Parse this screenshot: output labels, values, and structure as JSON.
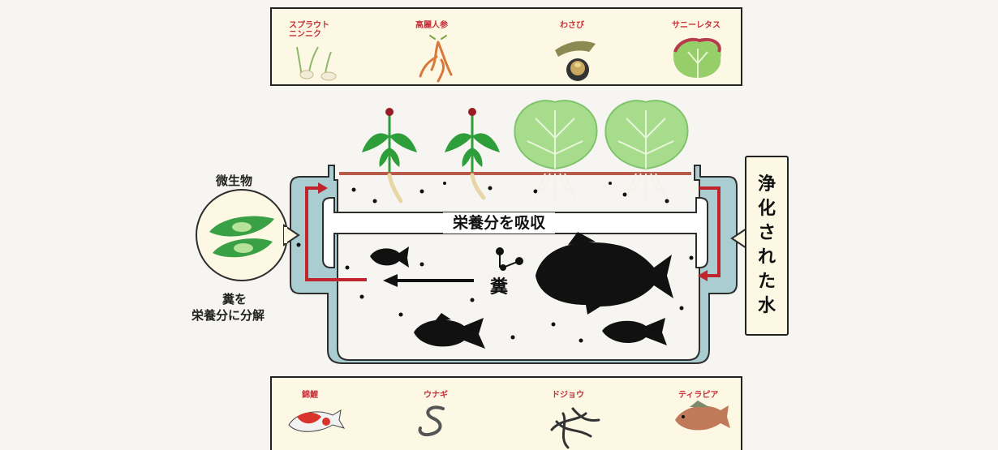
{
  "top_panel": {
    "items": [
      {
        "label": "スプラウト\nニンニク",
        "icon": "sprout-garlic-icon"
      },
      {
        "label": "高麗人参",
        "icon": "ginseng-root-icon"
      },
      {
        "label": "わさび",
        "icon": "wasabi-icon"
      },
      {
        "label": "サニーレタス",
        "icon": "sunny-lettuce-icon"
      }
    ]
  },
  "bottom_panel": {
    "items": [
      {
        "label": "錦鯉",
        "icon": "koi-icon"
      },
      {
        "label": "ウナギ",
        "icon": "eel-icon"
      },
      {
        "label": "ドジョウ",
        "icon": "loach-icon"
      },
      {
        "label": "ティラピア",
        "icon": "tilapia-icon"
      }
    ]
  },
  "microbe": {
    "title": "微生物",
    "caption_line1": "糞を",
    "caption_line2": "栄養分に分解"
  },
  "tank": {
    "absorb_label": "栄養分を吸収",
    "waste_label": "糞"
  },
  "purified": {
    "chars": [
      "浄",
      "化",
      "さ",
      "れ",
      "た",
      "水"
    ]
  },
  "colors": {
    "panel_bg": "#fdf8e4",
    "water": "#a9cdd0",
    "arrow_red": "#c0242c",
    "label_red": "#c8303a",
    "leaf_green": "#9ed886",
    "plant_green": "#2e9e3a"
  }
}
